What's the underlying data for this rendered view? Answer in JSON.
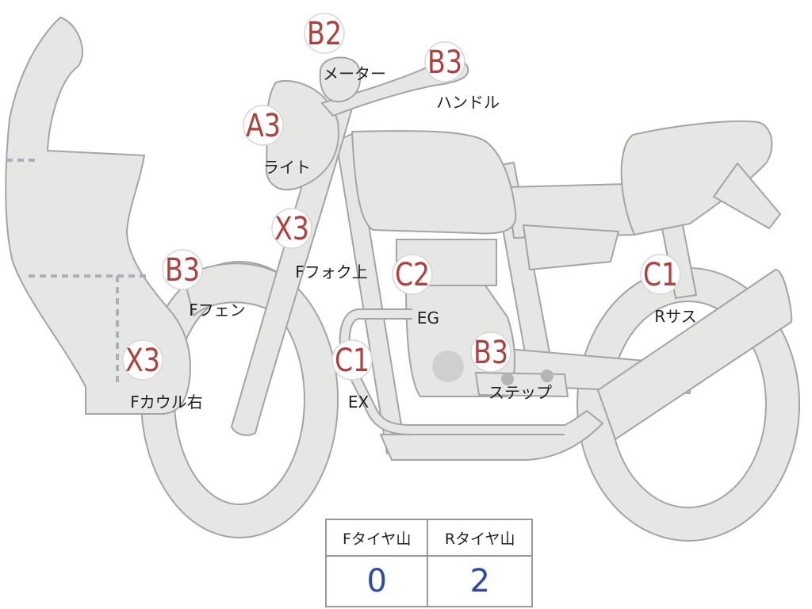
{
  "colors": {
    "part_fill": "#e6e6e4",
    "part_stroke": "#a4a4a4",
    "grade_text": "#b0403c",
    "part_text": "#222222",
    "tread_value": "#2d4aa6",
    "dotted": "#a9b0ba",
    "engine_dot": "#cfcfcf"
  },
  "markers": [
    {
      "key": "meter",
      "grade": "B2",
      "part": "メーター"
    },
    {
      "key": "handle",
      "grade": "B3",
      "part": "ハンドル"
    },
    {
      "key": "light",
      "grade": "A3",
      "part": "ライト"
    },
    {
      "key": "fork",
      "grade": "X3",
      "part": "Fフォク上"
    },
    {
      "key": "ffender",
      "grade": "B3",
      "part": "Fフェン"
    },
    {
      "key": "engine",
      "grade": "C2",
      "part": "EG"
    },
    {
      "key": "rsus",
      "grade": "C1",
      "part": "Rサス"
    },
    {
      "key": "exhaust",
      "grade": "C1",
      "part": "EX"
    },
    {
      "key": "step",
      "grade": "B3",
      "part": "ステップ"
    },
    {
      "key": "fcowl",
      "grade": "X3",
      "part": "Fカウル右"
    }
  ],
  "tread": {
    "front_label": "Fタイヤ山",
    "rear_label": "Rタイヤ山",
    "front_value": "0",
    "rear_value": "2"
  }
}
